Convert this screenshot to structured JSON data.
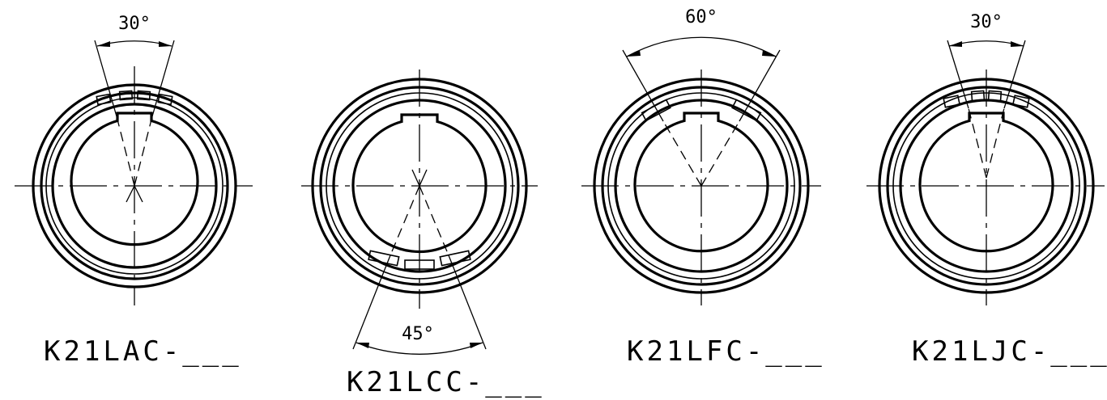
{
  "parts": [
    {
      "label": "K21LAC-___",
      "angle": "30°"
    },
    {
      "label": "K21LCC-___",
      "angle": "45°"
    },
    {
      "label": "K21LFC-___",
      "angle": "60°"
    },
    {
      "label": "K21LJC-___",
      "angle": "30°"
    }
  ]
}
